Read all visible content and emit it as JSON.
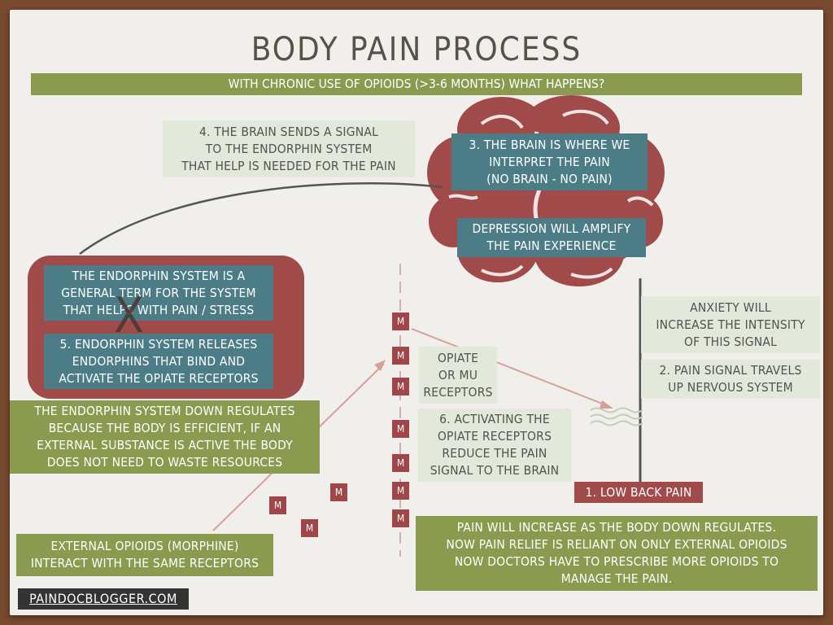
{
  "title": "BODY PAIN PROCESS",
  "banner": "WITH CHRONIC USE OF OPIOIDS (>3-6 MONTHS) WHAT HAPPENS?",
  "boxes": {
    "brain_signal": [
      "4. THE BRAIN SENDS A SIGNAL",
      "TO THE ENDORPHIN SYSTEM",
      "THAT HELP IS NEEDED FOR THE PAIN"
    ],
    "brain_interpret": [
      "3. THE BRAIN IS WHERE WE",
      "INTERPRET THE PAIN",
      "(NO BRAIN - NO PAIN)"
    ],
    "depression": [
      "DEPRESSION WILL AMPLIFY",
      "THE PAIN EXPERIENCE"
    ],
    "endorphin_system": [
      "THE ENDORPHIN SYSTEM IS A",
      "GENERAL TERM FOR THE SYSTEM",
      "THAT HELPS WITH PAIN / STRESS"
    ],
    "endorphin_release": [
      "5. ENDORPHIN SYSTEM RELEASES",
      "ENDORPHINS THAT BIND AND",
      "ACTIVATE THE OPIATE RECEPTORS"
    ],
    "down_regulates": [
      "THE ENDORPHIN SYSTEM DOWN REGULATES",
      "BECAUSE THE BODY IS EFFICIENT, IF AN",
      "EXTERNAL SUBSTANCE IS ACTIVE THE BODY",
      "DOES NOT NEED TO WASTE RESOURCES"
    ],
    "anxiety": [
      "ANXIETY WILL",
      "INCREASE THE INTENSITY",
      "OF THIS SIGNAL"
    ],
    "pain_signal": [
      "2. PAIN SIGNAL TRAVELS",
      "UP NERVOUS SYSTEM"
    ],
    "opiate_receptors": [
      "OPIATE",
      "OR MU",
      "RECEPTORS"
    ],
    "activating": [
      "6. ACTIVATING THE",
      "OPIATE RECEPTORS",
      "REDUCE THE PAIN",
      "SIGNAL TO THE BRAIN"
    ],
    "low_back_pain": [
      "1. LOW BACK PAIN"
    ],
    "pain_increase": [
      "PAIN WILL INCREASE AS THE BODY DOWN REGULATES.",
      "NOW PAIN RELIEF IS RELIANT ON ONLY EXTERNAL OPIOIDS",
      "NOW DOCTORS HAVE TO PRESCRIBE MORE OPIOIDS TO",
      "MANAGE THE PAIN."
    ],
    "external_opioids": [
      "EXTERNAL OPIOIDS  (MORPHINE)",
      "INTERACT WITH THE SAME RECEPTORS"
    ]
  },
  "x_mark": "X",
  "receptor_label": "M",
  "footer": "PAINDOCBLOGGER.COM",
  "colors": {
    "teal": "#4c7d86",
    "green": "#8a9a4e",
    "light_green": "#e2e9da",
    "brain_red": "#a04a4a",
    "frame_brown": "#7a4a30"
  }
}
